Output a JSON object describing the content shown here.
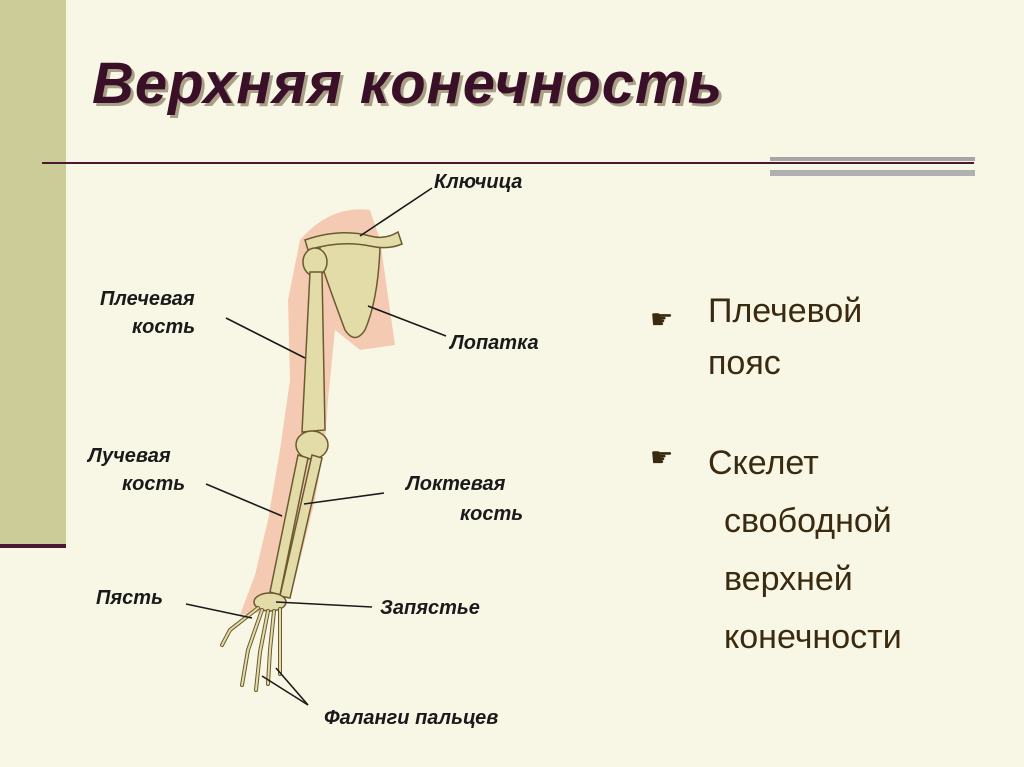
{
  "slide": {
    "title": "Верхняя конечность"
  },
  "diagram": {
    "labels": {
      "clavicle": "Ключица",
      "humerus_line1": "Плечевая",
      "humerus_line2": "кость",
      "scapula": "Лопатка",
      "radius_line1": "Лучевая",
      "radius_line2": "кость",
      "ulna_line1": "Локтевая",
      "ulna_line2": "кость",
      "metacarpus": "Пясть",
      "carpus": "Запястье",
      "phalanges": "Фаланги пальцев"
    }
  },
  "bullets": {
    "icon": "pointing-hand-icon",
    "item1_line1": "Плечевой",
    "item1_line2": "пояс",
    "item2_line1": "Скелет",
    "item2_line2": "свободной",
    "item2_line3": "верхней",
    "item2_line4": "конечности"
  },
  "colors": {
    "background": "#f8f7e6",
    "sidebar": "#cccc99",
    "title": "#3a0f28",
    "rule": "#4a1830",
    "bone": "#e4dca8",
    "skin": "#f4c2a8",
    "text": "#3a2a10"
  }
}
